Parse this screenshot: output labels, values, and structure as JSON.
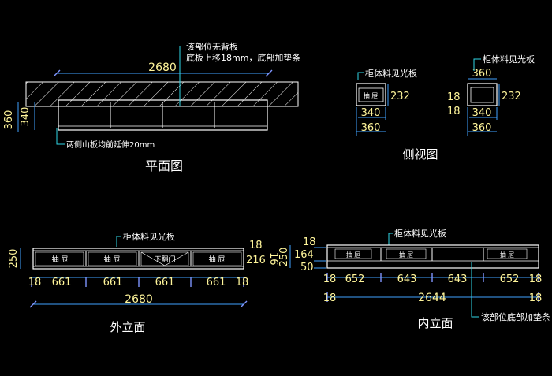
{
  "plan": {
    "title": "平面图",
    "note_no_back_1": "该部位无背板",
    "note_no_back_2": "底板上移18mm，底部加垫条",
    "note_side": "两侧山板均前延伸20mm",
    "dim_width": "2680",
    "dim_depth_outer": "360",
    "dim_depth_inner": "340"
  },
  "side": {
    "title": "侧视图",
    "left": {
      "label": "柜体料见光板",
      "drawer": "抽 屉",
      "h": "232",
      "w_inner": "340",
      "w_outer": "360"
    },
    "right": {
      "label": "柜体料见光板",
      "top": "360",
      "h": "232",
      "t1": "18",
      "t2": "18",
      "w_inner": "340",
      "w_outer": "360"
    }
  },
  "outer": {
    "title": "外立面",
    "label": "柜体料见光板",
    "height": "250",
    "right_top": "18",
    "right_mid": "216",
    "right_side": "16",
    "drawer_1": "抽 屉",
    "drawer_2": "抽 屉",
    "flap": "下翻门",
    "drawer_3": "抽 屉",
    "dims": [
      "18",
      "661",
      "661",
      "661",
      "661",
      "18"
    ],
    "total": "2680"
  },
  "inner": {
    "title": "内立面",
    "label": "柜体料见光板",
    "left_top": "18",
    "left_height": "250",
    "left_mid": "164",
    "left_bottom": "50",
    "drawer_1": "抽 屉",
    "drawer_2": "抽 屉",
    "drawer_3": "抽 屉",
    "dims": [
      "18",
      "652",
      "643",
      "643",
      "652",
      "18"
    ],
    "dims_total_left": "18",
    "total": "2644",
    "dims_total_right": "18",
    "note": "该部位底部加垫条"
  },
  "colors": {
    "background": "#000000",
    "cabinet": "#ffffff",
    "dimension_text": "#fff59a",
    "leader": "#31d9e8",
    "extension": "#3fa2ff"
  }
}
